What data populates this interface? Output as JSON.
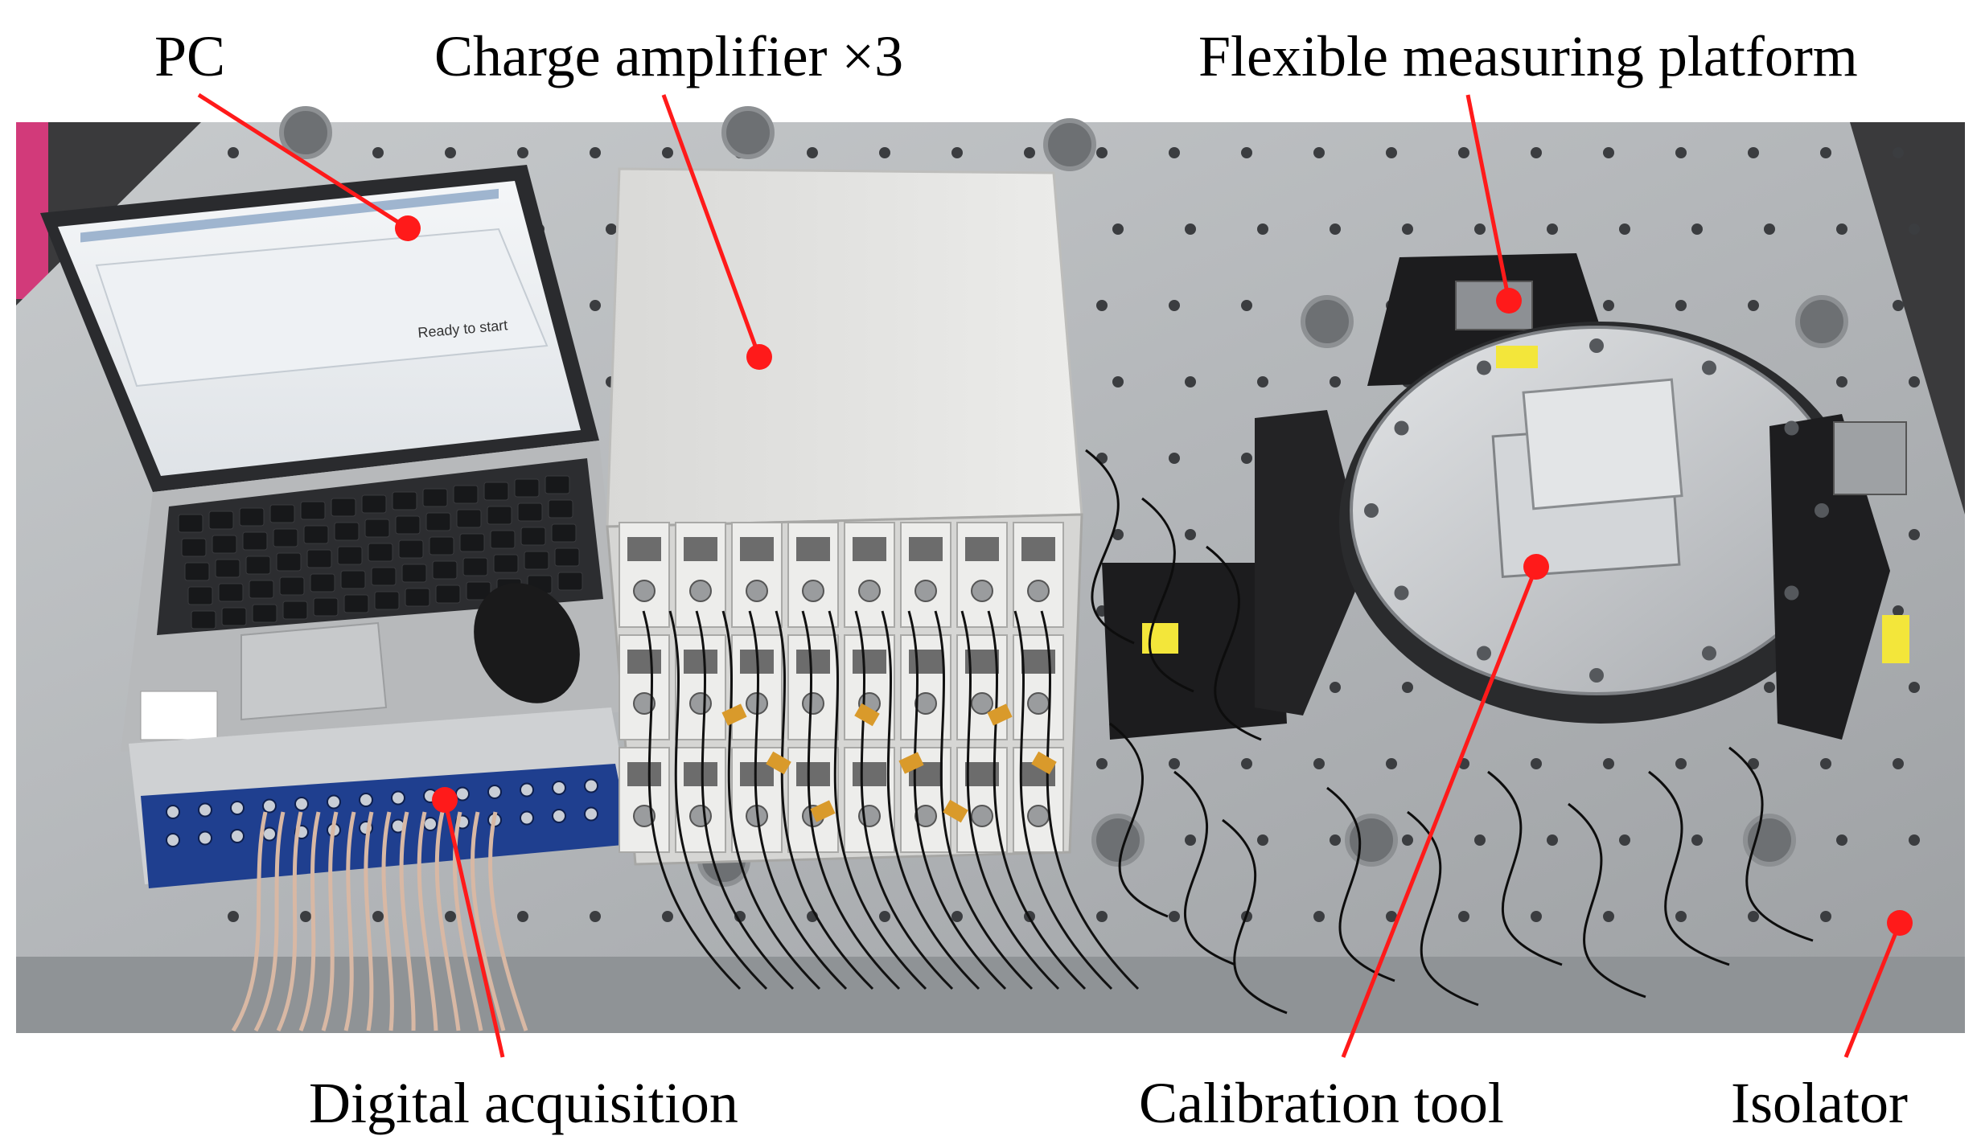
{
  "labels": {
    "pc": "PC",
    "charge_amplifier": "Charge amplifier ×3",
    "flexible_platform": "Flexible measuring platform",
    "digital_acquisition": "Digital acquisition",
    "calibration_tool": "Calibration tool",
    "isolator": "Isolator"
  },
  "screen": {
    "status": "Ready to start"
  },
  "colors": {
    "callout": "#ff1a1a",
    "table": "#b9bcbf",
    "laptop_body": "#b7b9bb",
    "amplifier_case": "#e4e4e2",
    "daq_blue": "#1f3f8f",
    "fixture_black": "#1c1c1e",
    "disk": "#c9cccf"
  }
}
